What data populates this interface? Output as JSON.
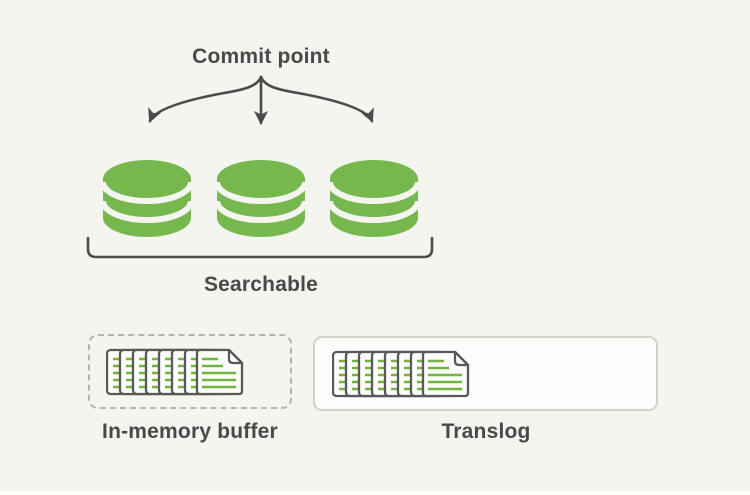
{
  "labels": {
    "commit_point": "Commit point",
    "searchable": "Searchable",
    "in_memory_buffer": "In-memory buffer",
    "translog": "Translog"
  },
  "colors": {
    "background": "#F4F5EF",
    "segment_green": "#76B74E",
    "document_line_green": "#72B43E",
    "stroke_dark": "#4A4B4D",
    "text_dark": "#48494B",
    "document_border": "#58595B",
    "dashed_box_border": "#B3B4B0",
    "translog_box_border": "#D1D2CC",
    "translog_box_fill": "#FCFCFA"
  },
  "icons": {
    "segments": "database-cylinder-icon",
    "buffer_documents": "document-stack-icon",
    "translog_documents": "document-stack-icon",
    "commit_arrows": "fanout-arrows-icon",
    "searchable_bracket": "bracket-icon"
  },
  "figures": {
    "segment_count": 3,
    "documents_per_stack": 8
  }
}
